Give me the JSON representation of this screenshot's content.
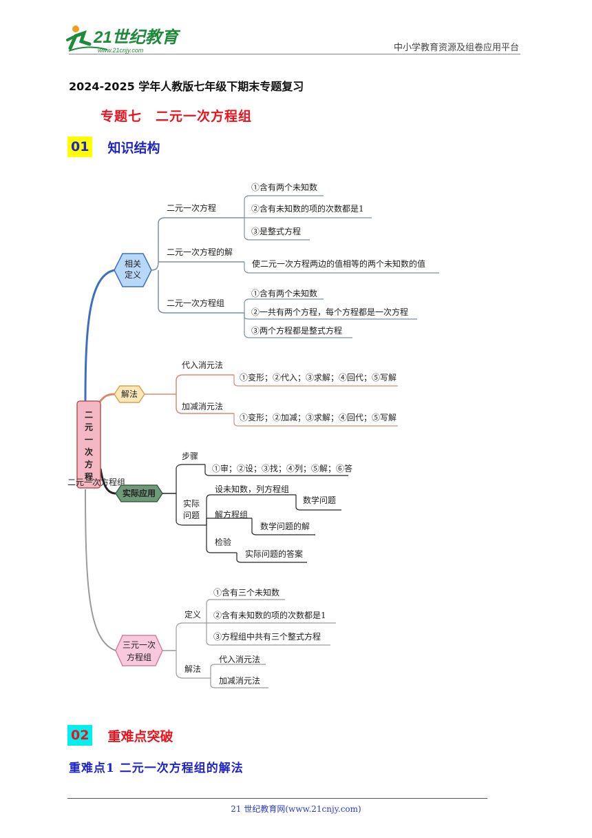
{
  "header": {
    "logo_text": "21世纪教育",
    "logo_url": "www.21cnjy.com",
    "right_text": "中小学教育资源及组卷应用平台"
  },
  "doc_title": "2024-2025 学年人教版七年级下期末专题复习",
  "topic_title": "专题七　二元一次方程组",
  "section1": {
    "num": "01",
    "title": "知识结构"
  },
  "mindmap": {
    "root": "二元一次方程组",
    "branches": {
      "b1": {
        "label1": "相关",
        "label2": "定义",
        "items": {
          "eq": {
            "label": "二元一次方程",
            "children": [
              "①含有两个未知数",
              "②含有未知数的项的次数都是1",
              "③是整式方程"
            ]
          },
          "sol": {
            "label": "二元一次方程的解",
            "children": [
              "使二元一次方程两边的值相等的两个未知数的值"
            ]
          },
          "sys": {
            "label": "二元一次方程组",
            "children": [
              "①含有两个未知数",
              "②一共有两个方程，每个方程都是一次方程",
              "③两个方程都是整式方程"
            ]
          }
        }
      },
      "b2": {
        "label": "解法",
        "items": {
          "sub": {
            "label": "代入消元法",
            "steps": "①变形；②代入；③求解；④回代；⑤写解"
          },
          "add": {
            "label": "加减消元法",
            "steps": "①变形；②加减；③求解；④回代；⑤写解"
          }
        }
      },
      "b3": {
        "label": "实际应用",
        "items": {
          "steps": {
            "label": "步骤",
            "content": "①审；②设；③找；④列；⑤解；⑥答"
          },
          "prob": {
            "label1": "实际",
            "label2": "问题",
            "a": "设未知数，列方程组",
            "a_child": "数学问题",
            "b": "解方程组",
            "b_child": "数学问题的解",
            "c": "检验",
            "c_child": "实际问题的答案"
          }
        }
      },
      "b4": {
        "label1": "三元一次",
        "label2": "方程组",
        "items": {
          "def": {
            "label": "定义",
            "children": [
              "①含有三个未知数",
              "②含有未知数的项的次数都是1",
              "③方程组中共有三个整式方程"
            ]
          },
          "sol": {
            "label": "解法",
            "children": [
              "代入消元法",
              "加减消元法"
            ]
          }
        }
      }
    }
  },
  "section2": {
    "num": "02",
    "title": "重难点突破"
  },
  "sub_title": "重难点1  二元一次方程组的解法",
  "footer": "21 世纪教育网(www.21cnjy.com)",
  "colors": {
    "blue": "#1f24c8",
    "red": "#e8141e",
    "highlight_yellow": "#ffff00",
    "highlight_cyan": "#00f0f0"
  }
}
